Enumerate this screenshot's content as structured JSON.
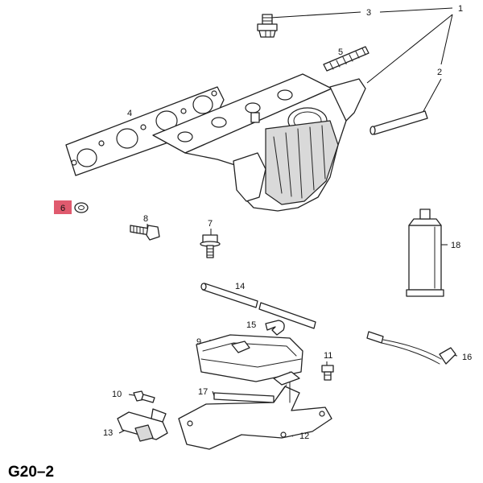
{
  "diagram_code": "G20–2",
  "highlight_color": "#e05a6e",
  "callouts": {
    "c1": "1",
    "c2": "2",
    "c3": "3",
    "c4": "4",
    "c5": "5",
    "c6": "6",
    "c7": "7",
    "c8": "8",
    "c9": "9",
    "c10": "10",
    "c11": "11",
    "c12": "12",
    "c13": "13",
    "c14": "14",
    "c15": "15",
    "c16": "16",
    "c17": "17",
    "c18": "18"
  }
}
